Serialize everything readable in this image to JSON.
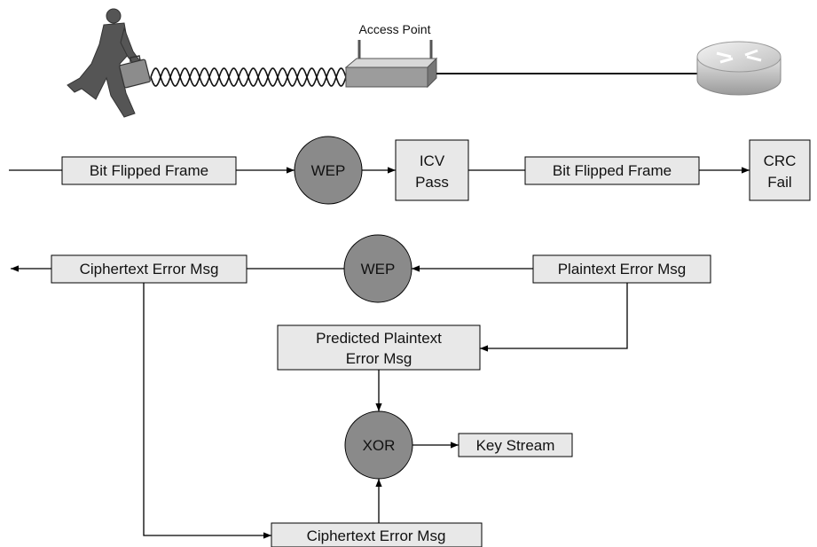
{
  "top": {
    "access_point_label": "Access Point"
  },
  "row1": {
    "frame_in": "Bit Flipped Frame",
    "wep": "WEP",
    "icv_line1": "ICV",
    "icv_line2": "Pass",
    "frame_out": "Bit Flipped Frame",
    "crc_line1": "CRC",
    "crc_line2": "Fail"
  },
  "row2": {
    "ciphertext_error": "Ciphertext Error Msg",
    "wep": "WEP",
    "plaintext_error": "Plaintext Error Msg"
  },
  "row3": {
    "predicted_line1": "Predicted Plaintext",
    "predicted_line2": "Error Msg",
    "xor": "XOR",
    "key_stream": "Key Stream",
    "ciphertext_error_bottom": "Ciphertext Error Msg"
  },
  "colors": {
    "box_fill": "#e8e8e8",
    "circle_fill": "#8a8a8a",
    "line": "#000000"
  }
}
